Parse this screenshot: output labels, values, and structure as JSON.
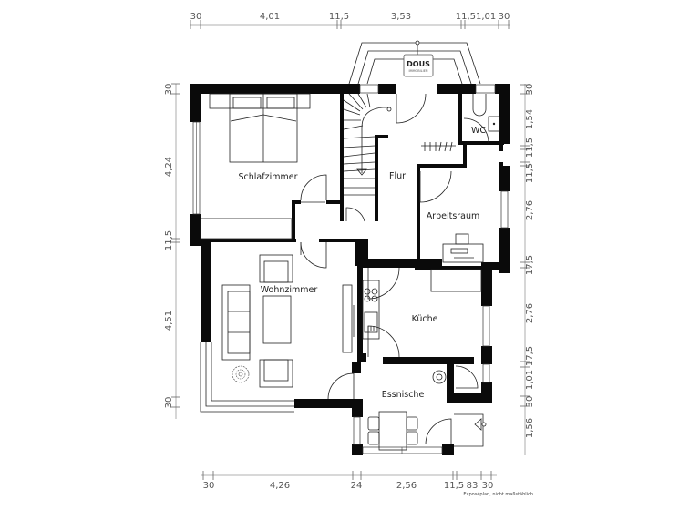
{
  "plan": {
    "rooms": {
      "schlafzimmer": "Schlafzimmer",
      "flur": "Flur",
      "wc": "WC",
      "arbeitsraum": "Arbeitsraum",
      "wohnzimmer": "Wohnzimmer",
      "kueche": "Küche",
      "essnische": "Essnische"
    },
    "logo": {
      "title": "DOUS",
      "subtitle": "IMMOBILIEN"
    },
    "note": "Exposéplan, nicht maßstäblich"
  },
  "dimensions": {
    "top": [
      "30",
      "4,01",
      "11,5",
      "3,53",
      "11,51,01",
      "30"
    ],
    "bottom": [
      "30",
      "4,26",
      "24",
      "2,56",
      "11,5",
      "83",
      "30"
    ],
    "left": [
      "30",
      "4,24",
      "11,5",
      "4,51",
      "30"
    ],
    "right": [
      "30",
      "1,54",
      "11,5",
      "11,5",
      "2,76",
      "17,5",
      "2,76",
      "17,5",
      "1,01",
      "30",
      "1,56"
    ]
  },
  "colors": {
    "wall": "#0a0a0a",
    "line": "#222222",
    "dimension": "#999999"
  }
}
